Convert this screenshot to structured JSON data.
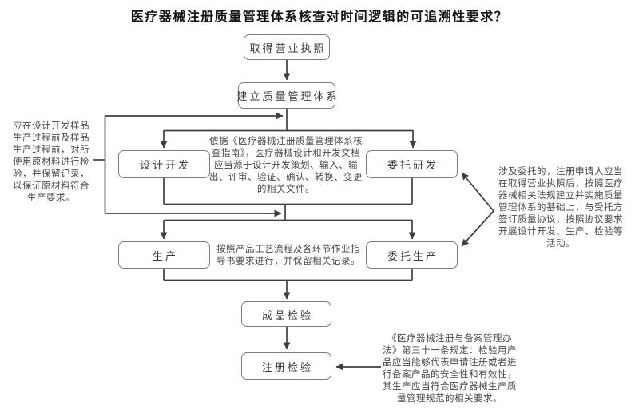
{
  "title": "医疗器械注册质量管理体系核查对时间逻辑的可追溯性要求？",
  "nodes": {
    "license": "取得营业执照",
    "qms": "建立质量管理体系",
    "design": "设计开发",
    "entrusted_rd": "委托研发",
    "production": "生产",
    "entrusted_production": "委托生产",
    "final_inspection": "成品检验",
    "registration_inspection": "注册检验"
  },
  "annotations": {
    "raw_material": "应在设计开发样品\n生产过程前及样品\n生产过程前，对所\n使用原材料进行检\n验，并保留记录，\n以保证原材料符合\n生产要求。",
    "design_docs": "依据《医疗器械注册质量管理体系核\n查指南》，医疗器械设计和开发文档\n应当源于设计开发策划、输入、输\n出、评审、验证、确认、转换、变更\n的相关文件。",
    "process": "按照产品工艺流程及各环节作业指\n导书要求进行，并保留相关记录。",
    "entrustment": "涉及委托的，注册申请人应当\n在取得营业执照后，按照医疗\n器械相关法规建立并实施质量\n管理体系的基础上，与受托方\n签订质量协议，按照协议要求\n开展设计开发、生产、检验等\n活动。",
    "inspection_regulation": "《医疗器械注册与备案管理办\n法》第三十一条规定：检验用产\n品应当能够代表申请注册或者进\n行备案产品的安全性和有效性，\n其生产应当符合医疗器械生产质\n量管理规范的相关要求。"
  },
  "colors": {
    "line": "#3f3f3f",
    "box_border": "#7d7d7d",
    "text": "#3a3a3a",
    "title": "#141414"
  }
}
